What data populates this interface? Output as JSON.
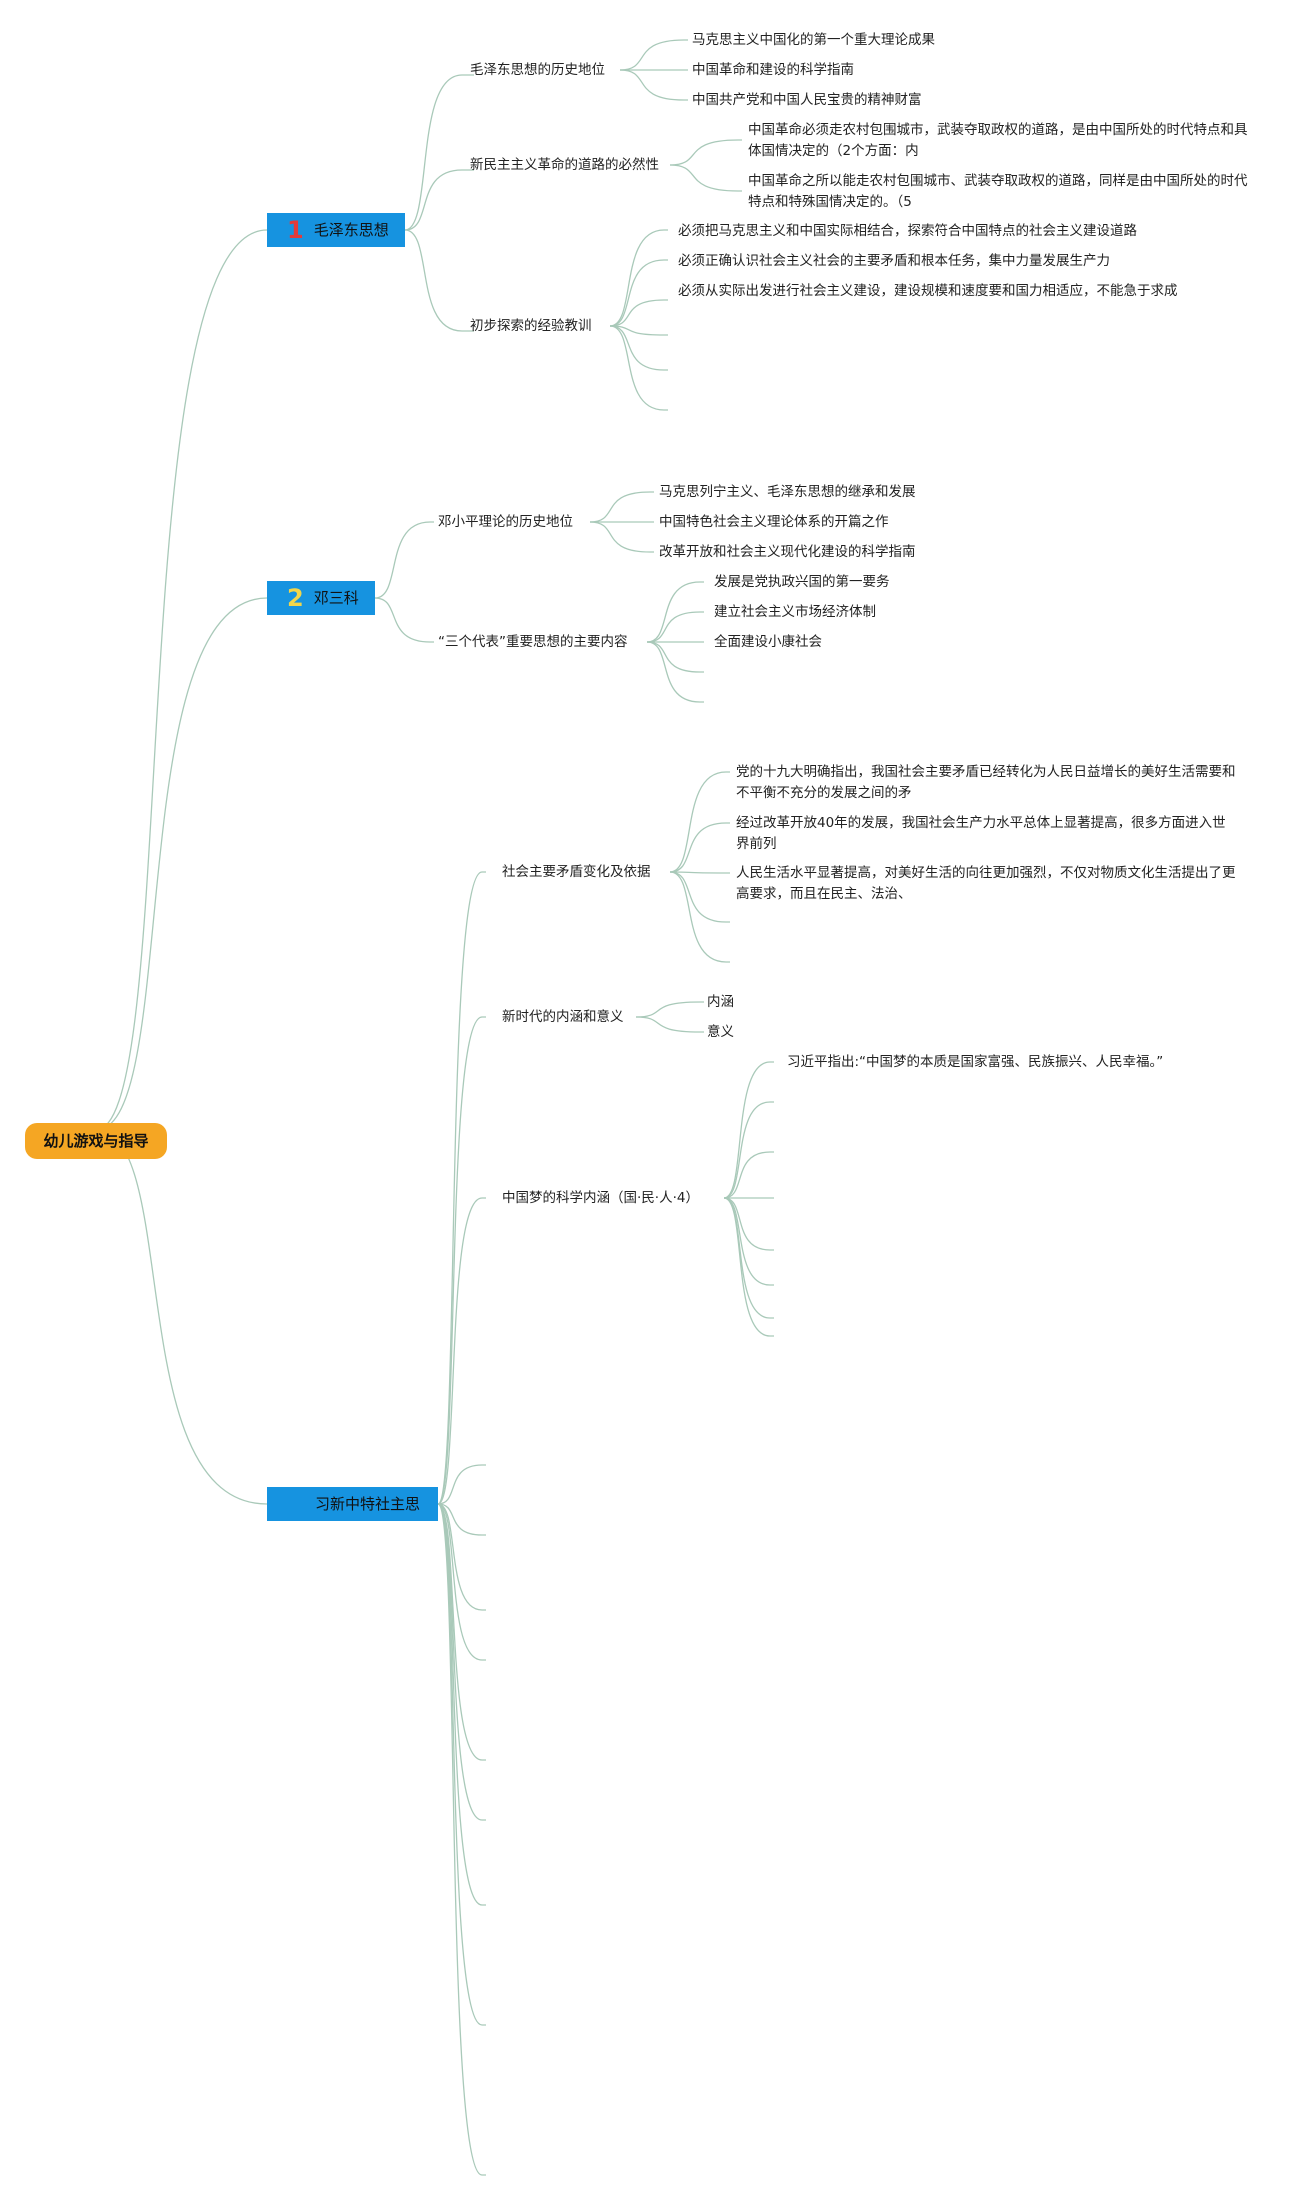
{
  "root": {
    "label": "幼儿游戏与指导"
  },
  "colors": {
    "root": "#f5a623",
    "branch": "#1693e0",
    "line": "#a9c9b9",
    "badge1": "#e23b3b",
    "badge2": "#f2d64b"
  },
  "branches": [
    {
      "badge": "1",
      "label": "毛泽东思想",
      "topics": [
        {
          "label": "毛泽东思想的历史地位",
          "items": [
            "马克思主义中国化的第一个重大理论成果",
            "中国革命和建设的科学指南",
            "中国共产党和中国人民宝贵的精神财富"
          ]
        },
        {
          "label": "新民主主义革命的道路的必然性",
          "items": [
            "中国革命必须走农村包围城市，武装夺取政权的道路，是由中国所处的时代特点和具体国情决定的（2个方面：内",
            "中国革命之所以能走农村包围城市、武装夺取政权的道路，同样是由中国所处的时代特点和特殊国情决定的。（5"
          ]
        },
        {
          "label": "初步探索的经验教训",
          "items": [
            "必须把马克思主义和中国实际相结合，探索符合中国特点的社会主义建设道路",
            "必须正确认识社会主义社会的主要矛盾和根本任务，集中力量发展生产力",
            "必须从实际出发进行社会主义建设，建设规模和速度要和国力相适应，不能急于求成"
          ]
        }
      ]
    },
    {
      "badge": "2",
      "label": "邓三科",
      "topics": [
        {
          "label": "邓小平理论的历史地位",
          "items": [
            "马克思列宁主义、毛泽东思想的继承和发展",
            "中国特色社会主义理论体系的开篇之作",
            "改革开放和社会主义现代化建设的科学指南"
          ]
        },
        {
          "label": "“三个代表”重要思想的主要内容",
          "items": [
            "发展是党执政兴国的第一要务",
            "建立社会主义市场经济体制",
            "全面建设小康社会"
          ]
        }
      ]
    },
    {
      "badge": "",
      "label": "习新中特社主思",
      "topics": [
        {
          "label": "社会主要矛盾变化及依据",
          "items": [
            "党的十九大明确指出，我国社会主要矛盾已经转化为人民日益增长的美好生活需要和不平衡不充分的发展之间的矛",
            "经过改革开放40年的发展，我国社会生产力水平总体上显著提高，很多方面进入世界前列",
            "人民生活水平显著提高，对美好生活的向往更加强烈，不仅对物质文化生活提出了更高要求，而且在民主、法治、"
          ]
        },
        {
          "label": "新时代的内涵和意义",
          "items": [
            "内涵",
            "意义"
          ]
        },
        {
          "label": "中国梦的科学内涵（国·民·人·4）",
          "items": [
            "习近平指出:“中国梦的本质是国家富强、民族振兴、人民幸福。”"
          ]
        }
      ]
    }
  ]
}
